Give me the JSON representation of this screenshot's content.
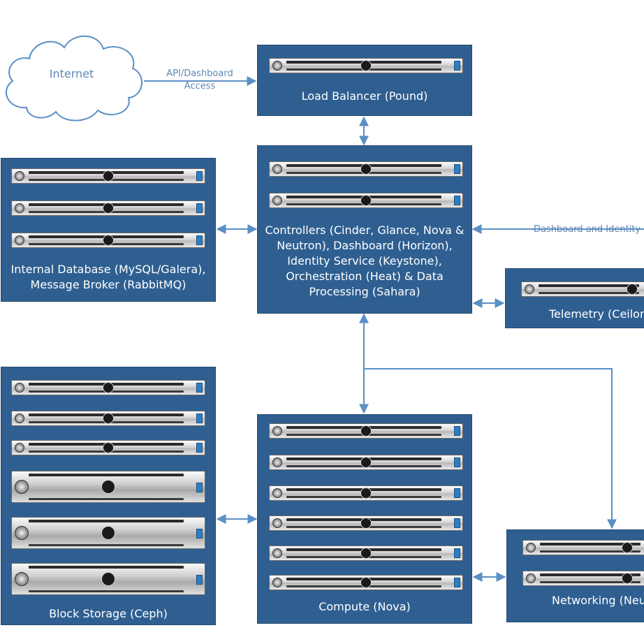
{
  "diagram": {
    "internet": {
      "label": "Internet"
    },
    "edge_labels": {
      "api_access": [
        "API/Dashboard",
        "Access"
      ],
      "dashboard_identity": "Dashboard and Identity Se"
    },
    "nodes": {
      "load_balancer": {
        "label": "Load Balancer (Pound)"
      },
      "controllers": {
        "label": [
          "Controllers (Cinder, Glance, Nova &",
          "Neutron), Dashboard (Horizon),",
          "Identity Service (Keystone),",
          "Orchestration (Heat) & Data",
          "Processing (Sahara)"
        ]
      },
      "database": {
        "label": [
          "Internal Database (MySQL/Galera),",
          "Message Broker (RabbitMQ)"
        ]
      },
      "telemetry": {
        "label": "Telemetry (Ceilom"
      },
      "block_storage": {
        "label": "Block Storage (Ceph)"
      },
      "compute": {
        "label": "Compute (Nova)"
      },
      "networking": {
        "label": "Networking (Neu"
      }
    },
    "colors": {
      "box": "#2f5f91",
      "line": "#5b8fc6",
      "text_light": "#5f88b6"
    },
    "icons": [
      "cloud-icon",
      "rack-server-icon",
      "dell-logo-icon"
    ]
  }
}
